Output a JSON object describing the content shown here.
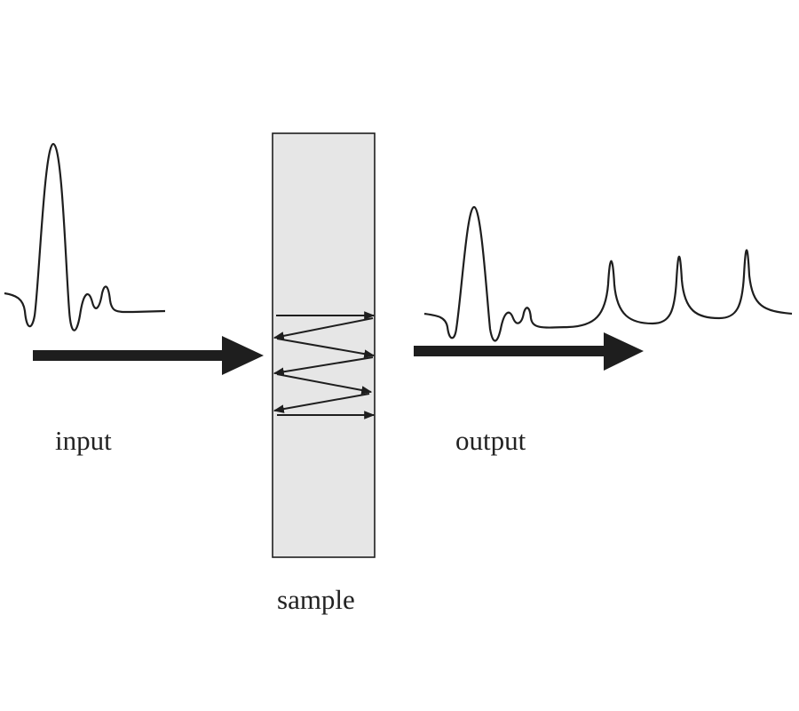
{
  "labels": {
    "input": "input",
    "output": "output",
    "sample": "sample"
  },
  "colors": {
    "ink": "#1e1e1e",
    "sample_fill": "#e6e6e6"
  }
}
